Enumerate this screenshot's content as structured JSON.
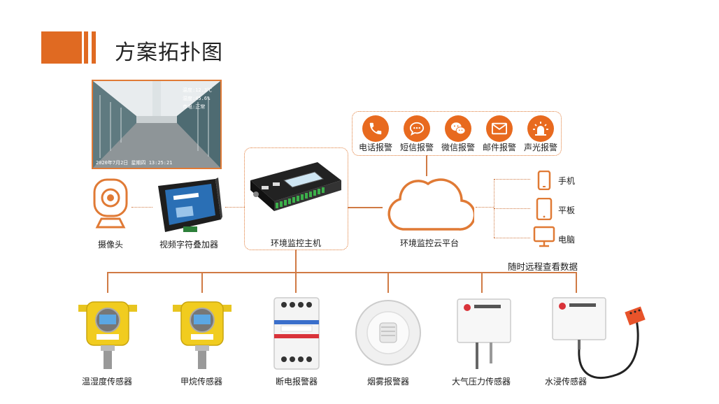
{
  "title": "方案拓扑图",
  "colors": {
    "accent": "#e06a22",
    "line": "#d07a44"
  },
  "monitor_overlay": {
    "temp": "温度:12.3℃",
    "humidity": "湿度:45.6%",
    "power": "市电:正常",
    "datetime": "2020年7月2日 星期四 13:25:21"
  },
  "alerts": [
    {
      "label": "电话报警",
      "icon": "phone-icon"
    },
    {
      "label": "短信报警",
      "icon": "sms-icon"
    },
    {
      "label": "微信报警",
      "icon": "wechat-icon"
    },
    {
      "label": "邮件报警",
      "icon": "mail-icon"
    },
    {
      "label": "声光报警",
      "icon": "siren-icon"
    }
  ],
  "nodes": {
    "camera": "摄像头",
    "overlay": "视频字符叠加器",
    "host": "环境监控主机",
    "cloud": "环境监控云平台"
  },
  "clients": [
    {
      "label": "手机",
      "icon": "phone-device-icon"
    },
    {
      "label": "平板",
      "icon": "tablet-icon"
    },
    {
      "label": "电脑",
      "icon": "monitor-icon"
    }
  ],
  "remote_caption": "随时远程查看数据",
  "sensors": [
    {
      "label": "温湿度传感器"
    },
    {
      "label": "甲烷传感器"
    },
    {
      "label": "断电报警器"
    },
    {
      "label": "烟雾报警器"
    },
    {
      "label": "大气压力传感器"
    },
    {
      "label": "水浸传感器"
    }
  ]
}
